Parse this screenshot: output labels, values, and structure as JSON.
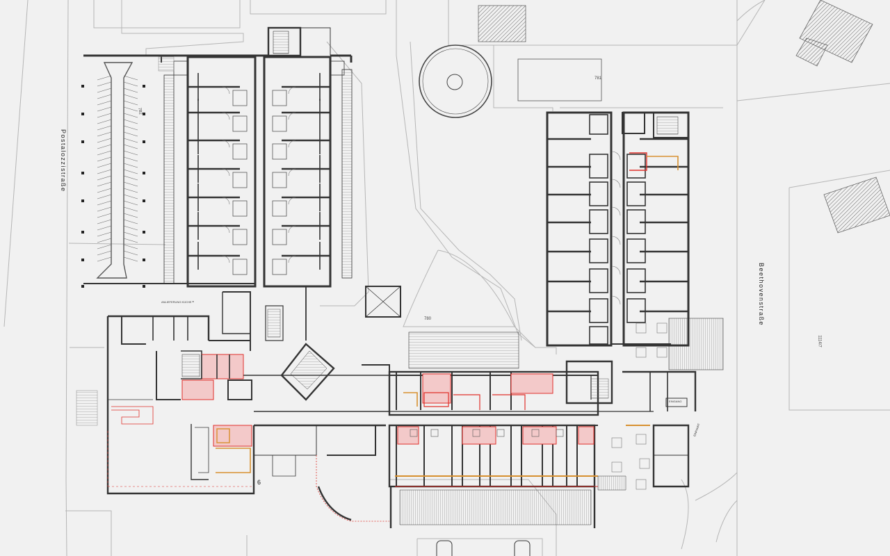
{
  "streets": {
    "west": "Postalozzistraße",
    "east": "Beethovenstraße"
  },
  "parcels": {
    "p782": "782",
    "p781": "781",
    "p780": "780",
    "p1114": "1114/7"
  },
  "annotations": {
    "kitchen_delivery": "ANLIEFERUNG KÜCHE",
    "room_number": "6",
    "sign_right": "EINGANG",
    "entry_label": "EINFAHRT"
  },
  "colors": {
    "wall": "#3a3a3a",
    "thin_line": "#8a8a8a",
    "road_line": "#b5b5b5",
    "highlight_fill": "#f3c9c9",
    "highlight_line": "#e0302a",
    "accent_orange": "#d7902f"
  }
}
